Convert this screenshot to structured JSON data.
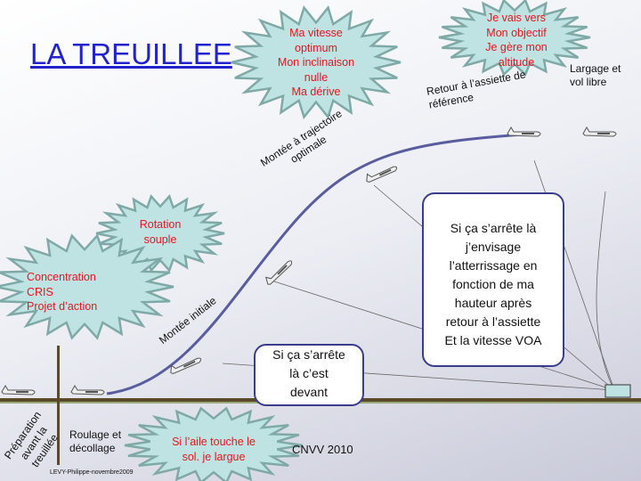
{
  "title": "LA TREUILLEE",
  "bursts": {
    "top_center": [
      "Ma vitesse",
      "optimum",
      "Mon inclinaison",
      "nulle",
      "Ma dérive"
    ],
    "top_right": [
      "Je vais vers",
      "Mon  objectif",
      "Je gère mon",
      "altitude"
    ],
    "rotation": [
      "Rotation",
      "souple"
    ],
    "concentration": [
      "Concentration",
      "CRIS",
      "Projet d’action"
    ],
    "bottom": [
      "Si l’aile touche le",
      "sol. je largue"
    ]
  },
  "labels": {
    "retour": "Retour à l’assiette de",
    "reference": "référence",
    "largage": "Largage et",
    "vol_libre": "vol libre",
    "montee_opt_1": "Montée à trajectoire",
    "montee_opt_2": "optimale",
    "montee_init": "Montée initiale",
    "prep": "Préparation",
    "prep2": "avant la",
    "prep3": "treuillée",
    "roulage": "Roulage et",
    "decollage": "décollage",
    "cnvv": "CNVV 2010",
    "author": "LEVY-Philippe-novembre2009"
  },
  "boxes": {
    "devant": [
      "Si ça s’arrête",
      "là c’est",
      "devant"
    ],
    "atterrissage": [
      "Si ça s’arrête là",
      "j’envisage",
      "l’atterrissage en",
      "fonction de ma",
      "hauteur après",
      "retour à l’assiette",
      "Et la vitesse VOA"
    ]
  },
  "colors": {
    "title": "#2222cc",
    "burst_fill": "#bfe3e3",
    "burst_stroke": "#7fa9a6",
    "red": "#e8141e",
    "curve": "#5a5ca0",
    "ground": "#5b4a2a"
  }
}
